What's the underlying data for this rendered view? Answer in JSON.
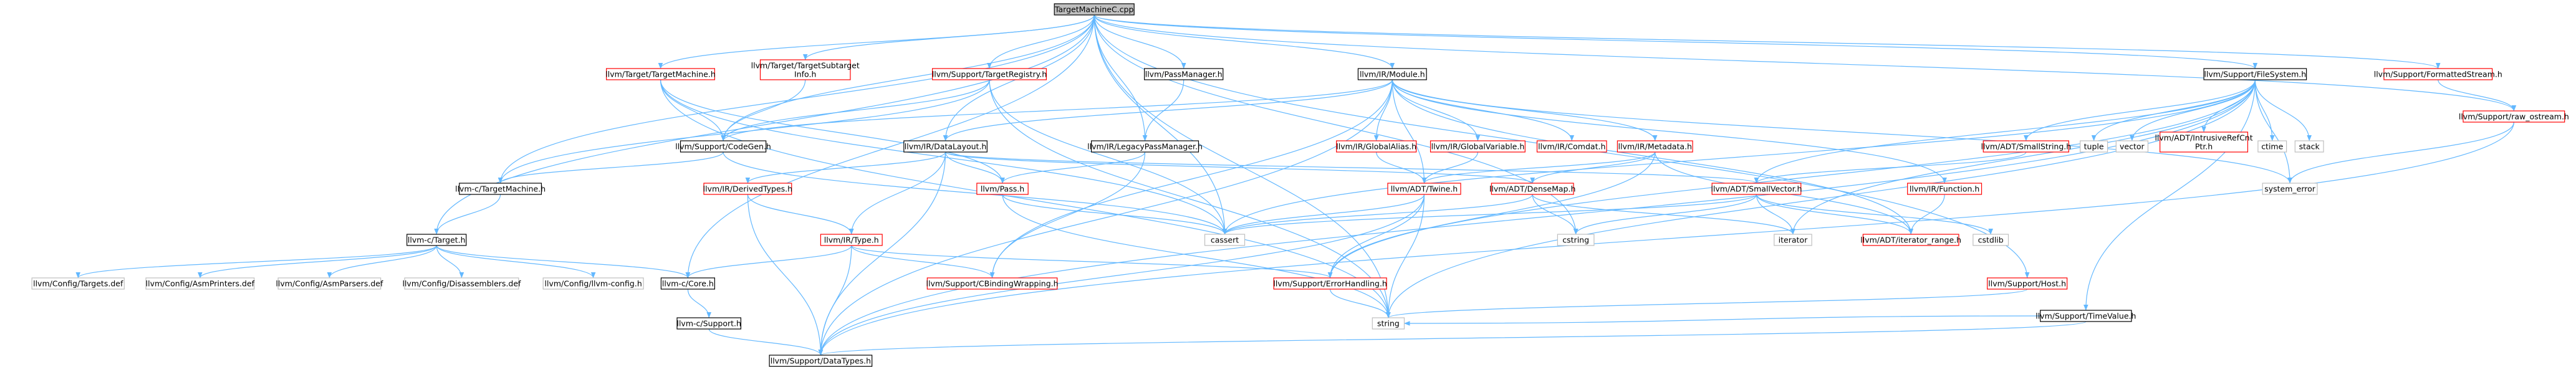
{
  "colors": {
    "root_fill": "#bfbfbf",
    "documented_border": "#000000",
    "undocumented_border": "#ff0000",
    "system_border": "#bfbfbf",
    "edge": "#63b8ff",
    "background": "#ffffff"
  },
  "nodes": [
    {
      "id": "root",
      "label": [
        "TargetMachineC.cpp"
      ],
      "kind": "root"
    },
    {
      "id": "target_machine",
      "label": [
        "llvm/Target/TargetMachine.h"
      ],
      "kind": "undocumented"
    },
    {
      "id": "target_subtarget",
      "label": [
        "llvm/Target/TargetSubtarget",
        "Info.h"
      ],
      "kind": "undocumented"
    },
    {
      "id": "target_registry",
      "label": [
        "llvm/Support/TargetRegistry.h"
      ],
      "kind": "undocumented"
    },
    {
      "id": "pass_manager",
      "label": [
        "llvm/PassManager.h"
      ],
      "kind": "documented"
    },
    {
      "id": "ir_module",
      "label": [
        "llvm/IR/Module.h"
      ],
      "kind": "documented"
    },
    {
      "id": "file_system",
      "label": [
        "llvm/Support/FileSystem.h"
      ],
      "kind": "documented"
    },
    {
      "id": "formatted_stream",
      "label": [
        "llvm/Support/FormattedStream.h"
      ],
      "kind": "undocumented"
    },
    {
      "id": "support_codegen",
      "label": [
        "llvm/Support/CodeGen.h"
      ],
      "kind": "documented"
    },
    {
      "id": "ir_datalayout",
      "label": [
        "llvm/IR/DataLayout.h"
      ],
      "kind": "documented"
    },
    {
      "id": "legacy_pass_manager",
      "label": [
        "llvm/IR/LegacyPassManager.h"
      ],
      "kind": "documented"
    },
    {
      "id": "global_alias",
      "label": [
        "llvm/IR/GlobalAlias.h"
      ],
      "kind": "undocumented"
    },
    {
      "id": "global_variable",
      "label": [
        "llvm/IR/GlobalVariable.h"
      ],
      "kind": "undocumented"
    },
    {
      "id": "comdat",
      "label": [
        "llvm/IR/Comdat.h"
      ],
      "kind": "undocumented"
    },
    {
      "id": "metadata",
      "label": [
        "llvm/IR/Metadata.h"
      ],
      "kind": "undocumented"
    },
    {
      "id": "small_string",
      "label": [
        "llvm/ADT/SmallString.h"
      ],
      "kind": "undocumented"
    },
    {
      "id": "tuple",
      "label": [
        "tuple"
      ],
      "kind": "system"
    },
    {
      "id": "vector",
      "label": [
        "vector"
      ],
      "kind": "system"
    },
    {
      "id": "intrusive_refcnt",
      "label": [
        "llvm/ADT/IntrusiveRefCnt",
        "Ptr.h"
      ],
      "kind": "undocumented"
    },
    {
      "id": "ctime",
      "label": [
        "ctime"
      ],
      "kind": "system"
    },
    {
      "id": "stack",
      "label": [
        "stack"
      ],
      "kind": "system"
    },
    {
      "id": "raw_ostream",
      "label": [
        "llvm/Support/raw_ostream.h"
      ],
      "kind": "undocumented"
    },
    {
      "id": "c_target_machine",
      "label": [
        "llvm-c/TargetMachine.h"
      ],
      "kind": "documented"
    },
    {
      "id": "derived_types",
      "label": [
        "llvm/IR/DerivedTypes.h"
      ],
      "kind": "undocumented"
    },
    {
      "id": "pass",
      "label": [
        "llvm/Pass.h"
      ],
      "kind": "undocumented"
    },
    {
      "id": "adt_ilist",
      "label": [
        "llvm/ADT/Twine.h"
      ],
      "kind": "undocumented"
    },
    {
      "id": "dense_map",
      "label": [
        "llvm/ADT/DenseMap.h"
      ],
      "kind": "undocumented"
    },
    {
      "id": "small_vector",
      "label": [
        "llvm/ADT/SmallVector.h"
      ],
      "kind": "undocumented"
    },
    {
      "id": "ir_function",
      "label": [
        "llvm/IR/Function.h"
      ],
      "kind": "undocumented"
    },
    {
      "id": "system_error",
      "label": [
        "system_error"
      ],
      "kind": "system"
    },
    {
      "id": "c_target",
      "label": [
        "llvm-c/Target.h"
      ],
      "kind": "documented"
    },
    {
      "id": "ir_type",
      "label": [
        "llvm/IR/Type.h"
      ],
      "kind": "undocumented"
    },
    {
      "id": "cassert",
      "label": [
        "cassert"
      ],
      "kind": "system"
    },
    {
      "id": "cstring",
      "label": [
        "cstring"
      ],
      "kind": "system"
    },
    {
      "id": "iterator",
      "label": [
        "iterator"
      ],
      "kind": "system"
    },
    {
      "id": "iterator_range",
      "label": [
        "llvm/ADT/iterator_range.h"
      ],
      "kind": "undocumented"
    },
    {
      "id": "cstdlib",
      "label": [
        "cstdlib"
      ],
      "kind": "system"
    },
    {
      "id": "support_host",
      "label": [
        "llvm/Support/Host.h"
      ],
      "kind": "undocumented"
    },
    {
      "id": "config_targets",
      "label": [
        "llvm/Config/Targets.def"
      ],
      "kind": "system"
    },
    {
      "id": "config_asmprinters",
      "label": [
        "llvm/Config/AsmPrinters.def"
      ],
      "kind": "system"
    },
    {
      "id": "config_asmparsers",
      "label": [
        "llvm/Config/AsmParsers.def"
      ],
      "kind": "system"
    },
    {
      "id": "config_disassemblers",
      "label": [
        "llvm/Config/Disassemblers.def"
      ],
      "kind": "system"
    },
    {
      "id": "config_llvm_config",
      "label": [
        "llvm/Config/llvm-config.h"
      ],
      "kind": "system"
    },
    {
      "id": "c_core",
      "label": [
        "llvm-c/Core.h"
      ],
      "kind": "documented"
    },
    {
      "id": "cbinding_wrapping",
      "label": [
        "llvm/Support/CBindingWrapping.h"
      ],
      "kind": "undocumented"
    },
    {
      "id": "error_handling",
      "label": [
        "llvm/Support/ErrorHandling.h"
      ],
      "kind": "undocumented"
    },
    {
      "id": "time_value",
      "label": [
        "llvm/Support/TimeValue.h"
      ],
      "kind": "documented"
    },
    {
      "id": "c_support",
      "label": [
        "llvm-c/Support.h"
      ],
      "kind": "documented"
    },
    {
      "id": "string",
      "label": [
        "string"
      ],
      "kind": "system"
    },
    {
      "id": "data_types",
      "label": [
        "llvm/Support/DataTypes.h"
      ],
      "kind": "documented"
    }
  ],
  "edges": [
    [
      "root",
      "target_machine"
    ],
    [
      "root",
      "target_subtarget"
    ],
    [
      "root",
      "target_registry"
    ],
    [
      "root",
      "pass_manager"
    ],
    [
      "root",
      "ir_module"
    ],
    [
      "root",
      "file_system"
    ],
    [
      "root",
      "formatted_stream"
    ],
    [
      "root",
      "raw_ostream"
    ],
    [
      "root",
      "c_target_machine"
    ],
    [
      "root",
      "c_target"
    ],
    [
      "root",
      "c_core"
    ],
    [
      "root",
      "support_host"
    ],
    [
      "root",
      "support_codegen"
    ],
    [
      "root",
      "ir_datalayout"
    ],
    [
      "root",
      "legacy_pass_manager"
    ],
    [
      "root",
      "cstring"
    ],
    [
      "root",
      "cassert"
    ],
    [
      "root",
      "string"
    ],
    [
      "target_machine",
      "support_codegen"
    ],
    [
      "target_machine",
      "pass"
    ],
    [
      "target_machine",
      "cassert"
    ],
    [
      "target_machine",
      "string"
    ],
    [
      "target_subtarget",
      "support_codegen"
    ],
    [
      "target_registry",
      "support_codegen"
    ],
    [
      "target_registry",
      "c_target_machine"
    ],
    [
      "target_registry",
      "cassert"
    ],
    [
      "target_registry",
      "string"
    ],
    [
      "pass_manager",
      "legacy_pass_manager"
    ],
    [
      "ir_module",
      "global_alias"
    ],
    [
      "ir_module",
      "global_variable"
    ],
    [
      "ir_module",
      "comdat"
    ],
    [
      "ir_module",
      "metadata"
    ],
    [
      "ir_module",
      "ir_function"
    ],
    [
      "ir_module",
      "ir_datalayout"
    ],
    [
      "ir_module",
      "adt_ilist"
    ],
    [
      "ir_module",
      "iterator_range"
    ],
    [
      "ir_module",
      "cbinding_wrapping"
    ],
    [
      "ir_module",
      "data_types"
    ],
    [
      "ir_module",
      "system_error"
    ],
    [
      "ir_module",
      "support_codegen"
    ],
    [
      "file_system",
      "small_string"
    ],
    [
      "file_system",
      "small_vector"
    ],
    [
      "file_system",
      "tuple"
    ],
    [
      "file_system",
      "vector"
    ],
    [
      "file_system",
      "intrusive_refcnt"
    ],
    [
      "file_system",
      "ctime"
    ],
    [
      "file_system",
      "stack"
    ],
    [
      "file_system",
      "system_error"
    ],
    [
      "file_system",
      "time_value"
    ],
    [
      "file_system",
      "error_handling"
    ],
    [
      "file_system",
      "data_types"
    ],
    [
      "file_system",
      "string"
    ],
    [
      "file_system",
      "iterator"
    ],
    [
      "file_system",
      "cassert"
    ],
    [
      "formatted_stream",
      "raw_ostream"
    ],
    [
      "raw_ostream",
      "system_error"
    ],
    [
      "raw_ostream",
      "data_types"
    ],
    [
      "support_codegen",
      "c_target_machine"
    ],
    [
      "support_codegen",
      "cassert"
    ],
    [
      "ir_datalayout",
      "derived_types"
    ],
    [
      "ir_datalayout",
      "pass"
    ],
    [
      "ir_datalayout",
      "dense_map"
    ],
    [
      "ir_datalayout",
      "small_vector"
    ],
    [
      "ir_datalayout",
      "ir_type"
    ],
    [
      "ir_datalayout",
      "data_types"
    ],
    [
      "legacy_pass_manager",
      "pass"
    ],
    [
      "legacy_pass_manager",
      "cbinding_wrapping"
    ],
    [
      "global_alias",
      "adt_ilist"
    ],
    [
      "global_variable",
      "adt_ilist"
    ],
    [
      "metadata",
      "adt_ilist"
    ],
    [
      "metadata",
      "dense_map"
    ],
    [
      "metadata",
      "iterator_range"
    ],
    [
      "metadata",
      "error_handling"
    ],
    [
      "small_string",
      "small_vector"
    ],
    [
      "ir_function",
      "iterator_range"
    ],
    [
      "c_target_machine",
      "c_target"
    ],
    [
      "derived_types",
      "ir_type"
    ],
    [
      "derived_types",
      "data_types"
    ],
    [
      "pass",
      "cassert"
    ],
    [
      "pass",
      "string"
    ],
    [
      "adt_ilist",
      "cassert"
    ],
    [
      "adt_ilist",
      "error_handling"
    ],
    [
      "adt_ilist",
      "string"
    ],
    [
      "adt_ilist",
      "data_types"
    ],
    [
      "dense_map",
      "cstring"
    ],
    [
      "dense_map",
      "iterator"
    ],
    [
      "dense_map",
      "cassert"
    ],
    [
      "small_vector",
      "iterator_range"
    ],
    [
      "small_vector",
      "cstdlib"
    ],
    [
      "small_vector",
      "cstring"
    ],
    [
      "small_vector",
      "iterator"
    ],
    [
      "small_vector",
      "cassert"
    ],
    [
      "c_target",
      "config_targets"
    ],
    [
      "c_target",
      "config_asmprinters"
    ],
    [
      "c_target",
      "config_asmparsers"
    ],
    [
      "c_target",
      "config_disassemblers"
    ],
    [
      "c_target",
      "config_llvm_config"
    ],
    [
      "c_target",
      "c_core"
    ],
    [
      "ir_type",
      "c_core"
    ],
    [
      "ir_type",
      "cbinding_wrapping"
    ],
    [
      "ir_type",
      "error_handling"
    ],
    [
      "ir_type",
      "data_types"
    ],
    [
      "c_core",
      "c_support"
    ],
    [
      "c_support",
      "data_types"
    ],
    [
      "support_host",
      "string"
    ],
    [
      "error_handling",
      "string"
    ],
    [
      "time_value",
      "string"
    ],
    [
      "time_value",
      "data_types"
    ]
  ]
}
